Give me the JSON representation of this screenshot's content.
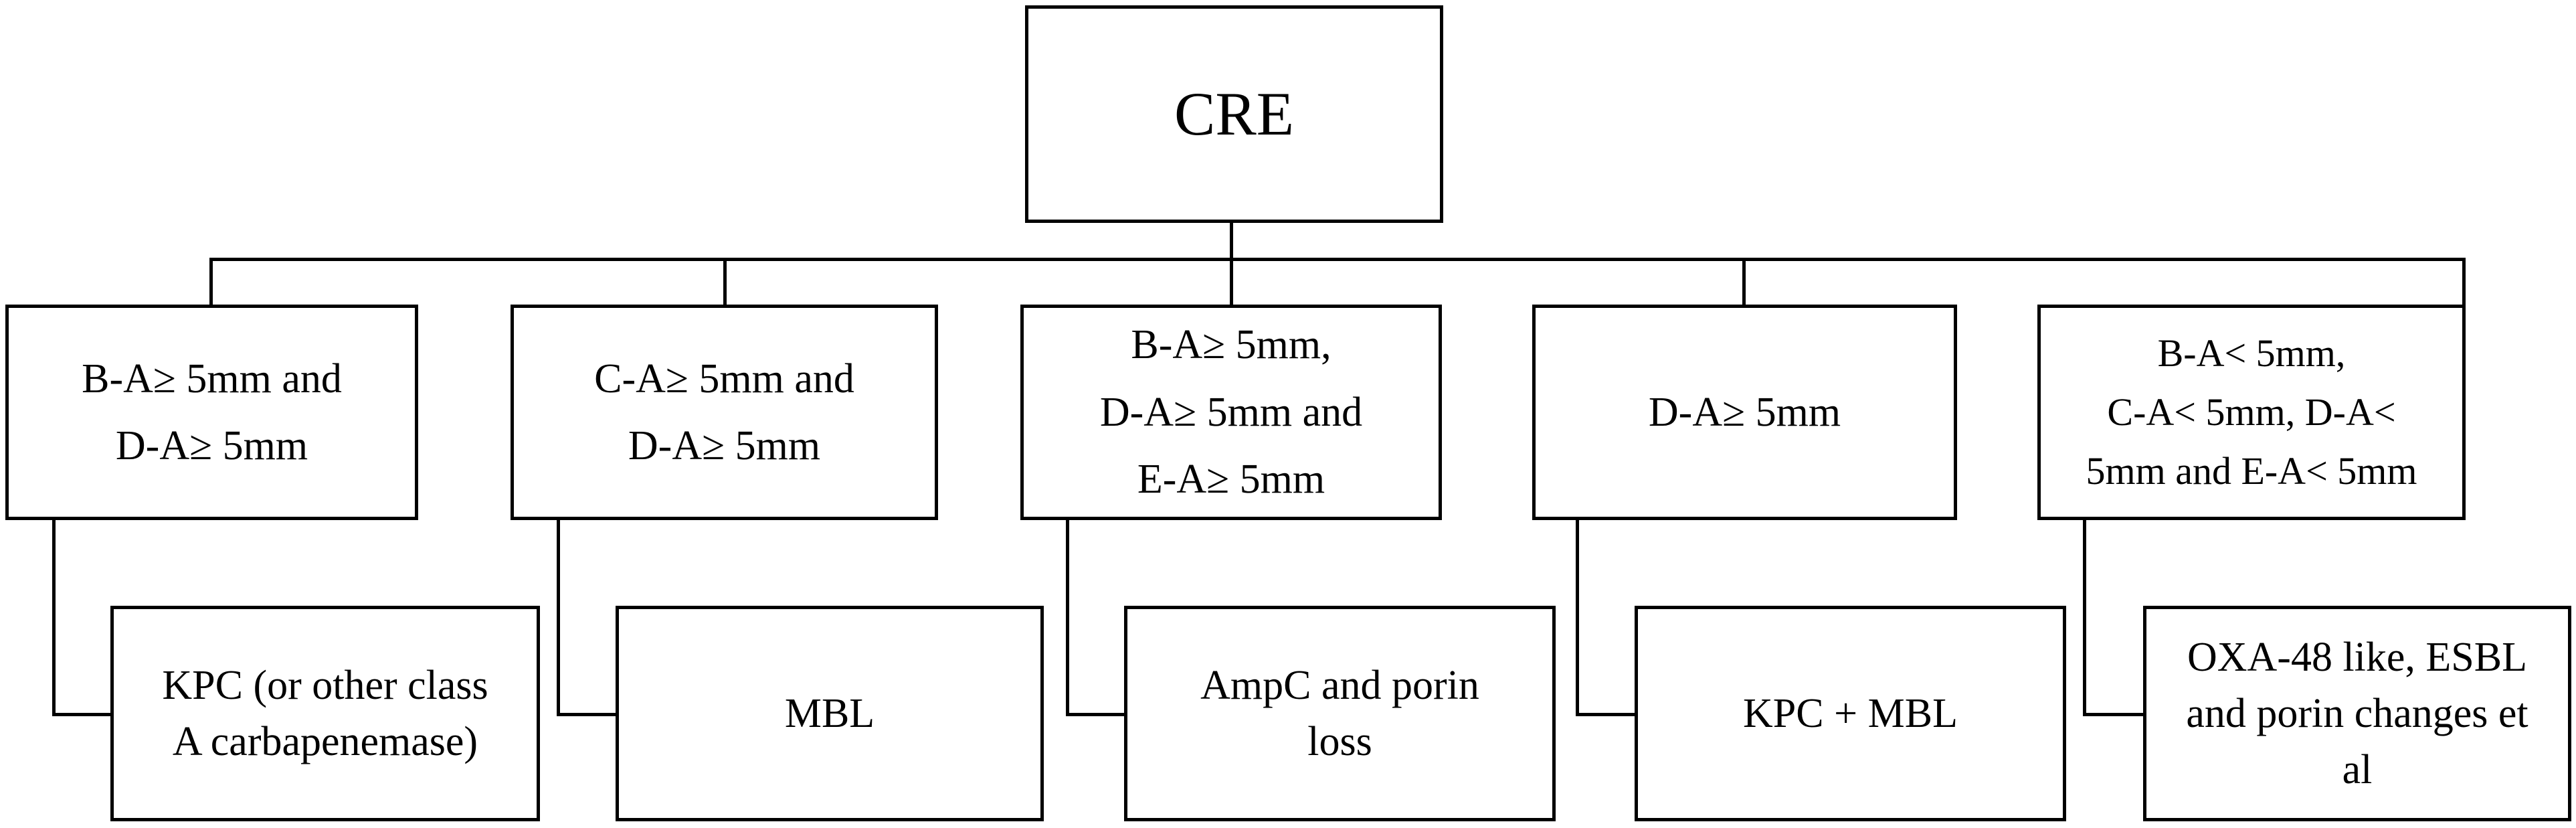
{
  "root": {
    "label": "CRE"
  },
  "criteria": [
    {
      "label": "B-A≥ 5mm and\nD-A≥ 5mm"
    },
    {
      "label": "C-A≥ 5mm and\nD-A≥ 5mm"
    },
    {
      "label": "B-A≥ 5mm,\nD-A≥ 5mm and\nE-A≥ 5mm"
    },
    {
      "label": "D-A≥ 5mm"
    },
    {
      "label": "B-A< 5mm,\nC-A< 5mm, D-A<\n5mm  and E-A< 5mm"
    }
  ],
  "results": [
    {
      "label": "KPC (or other class\nA carbapenemase)"
    },
    {
      "label": "MBL"
    },
    {
      "label": "AmpC and porin\nloss"
    },
    {
      "label": "KPC + MBL"
    },
    {
      "label": "OXA-48 like, ESBL\nand porin changes et\nal"
    }
  ]
}
